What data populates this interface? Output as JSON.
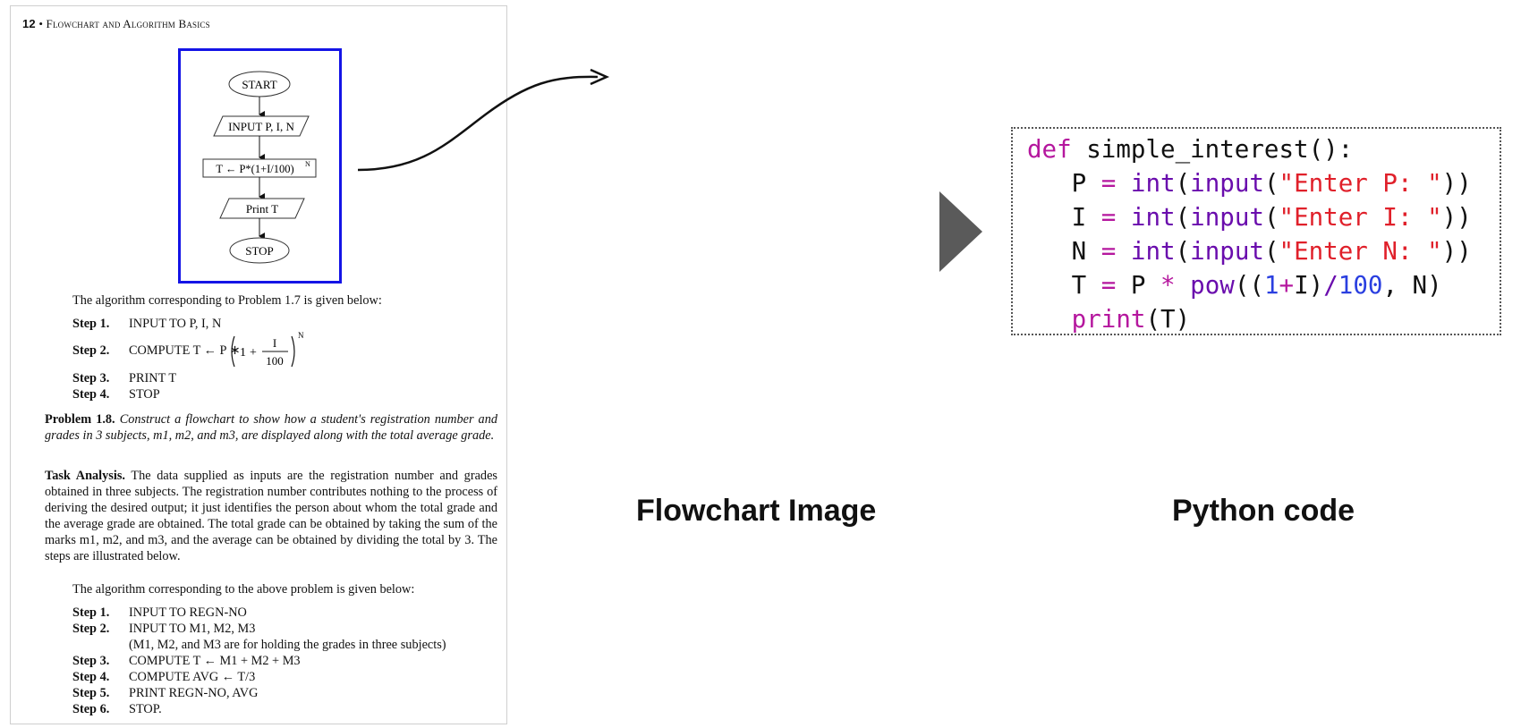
{
  "page": {
    "page_number": "12",
    "bullet": "•",
    "running_title": "Flowchart and Algorithm Basics",
    "flowchart": {
      "start": "START",
      "input": "INPUT P, I, N",
      "compute": "T ← P*(1+I/100)",
      "compute_sup": "N",
      "print": "Print T",
      "stop": "STOP"
    },
    "intro_1": "The algorithm corresponding to Problem 1.7 is given below:",
    "steps_1": [
      {
        "label": "Step 1.",
        "text": "INPUT TO P, I, N"
      },
      {
        "label": "Step 2.",
        "text": "COMPUTE  T ← P ∗"
      },
      {
        "label": "Step 3.",
        "text": "PRINT T"
      },
      {
        "label": "Step 4.",
        "text": "STOP"
      }
    ],
    "formula": {
      "one": "1",
      "plus": "+",
      "num": "I",
      "den": "100",
      "exp": "N"
    },
    "problem_label": "Problem 1.8.",
    "problem_text": "Construct a flowchart to show how a student's registration number and grades in 3 subjects, m1, m2, and m3, are displayed along with the total average grade.",
    "task_label": "Task Analysis.",
    "task_text": "The data supplied as inputs are the registration number and grades obtained in three subjects. The registration number contributes nothing to the process of deriving the desired output; it just identifies the person about whom the total grade and the average grade are obtained. The total grade can be obtained by taking the sum of the marks m1, m2, and m3, and the average can be obtained by dividing the total by 3. The steps are illustrated below.",
    "intro_2": "The algorithm corresponding to the above problem is given below:",
    "steps_2": [
      {
        "label": "Step 1.",
        "text": "INPUT TO REGN-NO"
      },
      {
        "label": "Step 2.",
        "text": "INPUT TO M1, M2, M3"
      },
      {
        "label": "",
        "text": "(M1, M2, and M3 are for holding the grades in three subjects)"
      },
      {
        "label": "Step 3.",
        "text": "COMPUTE T ← M1 + M2 + M3"
      },
      {
        "label": "Step 4.",
        "text": "COMPUTE AVG ← T/3"
      },
      {
        "label": "Step 5.",
        "text": "PRINT REGN-NO, AVG"
      },
      {
        "label": "Step 6.",
        "text": "STOP."
      }
    ]
  },
  "labels": {
    "left": "Flowchart Image",
    "right": "Python code"
  },
  "code": {
    "lines": [
      "def simple_interest():",
      "   P = int(input(\"Enter P: \"))",
      "   I = int(input(\"Enter I: \"))",
      "   N = int(input(\"Enter N: \"))",
      "   T = P * pow((1+I)/100, N)",
      "   print(T)"
    ]
  },
  "colors": {
    "frame": "#1414e6",
    "keyword": "#b5179e",
    "builtin": "#6a0dad",
    "string": "#e0202a",
    "number": "#2a3fe0",
    "arrow_head": "#555555"
  }
}
